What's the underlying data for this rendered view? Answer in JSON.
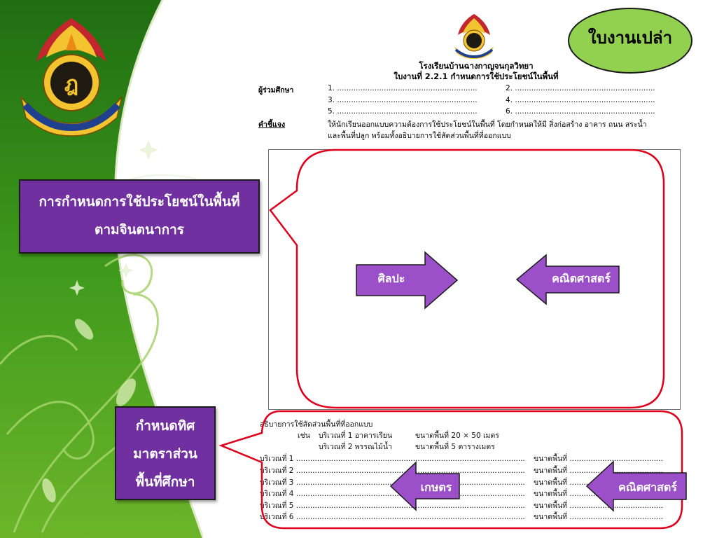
{
  "badge": {
    "label": "ใบงานเปล่า",
    "color": "#92d050"
  },
  "document": {
    "school_name": "โรงเรียนบ้านฉางกาญจนกุลวิทยา",
    "worksheet_title": "ใบงานที่ 2.2.1 กำหนดการใช้ประโยชน์ในพื้นที่",
    "members_label": "ผู้ร่วมศึกษา",
    "members": [
      "1. ............................................................",
      "2. ............................................................",
      "3. ............................................................",
      "4. ............................................................",
      "5. ............................................................",
      "6. ............................................................"
    ],
    "instruction_label": "คำชี้แจง",
    "instruction_line1": "ให้นักเรียนออกแบบความต้องการใช้ประโยชน์ในพื้นที่ โดยกำหนดให้มี สิ่งก่อสร้าง อาคาร ถนน สระน้ำ",
    "instruction_line2": "และพื้นที่ปลูก พร้อมทั้งอธิบายการใช้สัดส่วนพื้นที่ที่ออกแบบ",
    "section_title": "อธิบายการใช้สัดส่วนพื้นที่ที่ออกแบบ",
    "example_label": "เช่น",
    "example1_area": "บริเวณที่ 1 อาคารเรียน",
    "example1_size": "ขนาดพื้นที่  20 × 50  เมตร",
    "example2_area": "บริเวณที่ 2 พรรณไม้น้ำ",
    "example2_size": "ขนาดพื้นที่  5 ตารางเมตร",
    "areas": [
      "บริเวณที่ 1 ..................................................................................................",
      "บริเวณที่ 2 ..................................................................................................",
      "บริเวณที่ 3 ..................................................................................................",
      "บริเวณที่ 4 ..................................................................................................",
      "บริเวณที่ 5 ..................................................................................................",
      "บริเวณที่ 6 .................................................................................................."
    ],
    "size_line": "ขนาดพื้นที่ ........................................"
  },
  "labels": {
    "design_line1": "การกำหนดการใช้ประโยชน์ในพื้นที่",
    "design_line2": "ตามจินตนาการ",
    "direction_line1": "กำหนดทิศ",
    "direction_line2": "มาตราส่วน",
    "direction_line3": "พื้นที่ศึกษา"
  },
  "arrows": {
    "art": "ศิลปะ",
    "math_top": "คณิตศาสตร์",
    "agriculture": "เกษตร",
    "math_bottom": "คณิตศาสตร์"
  },
  "colors": {
    "purple": "#7030a0",
    "arrow_fill": "#9b4fc8",
    "callout_red": "#e0001b",
    "green_dark": "#2e7d1a",
    "green_light": "#6bb526"
  }
}
